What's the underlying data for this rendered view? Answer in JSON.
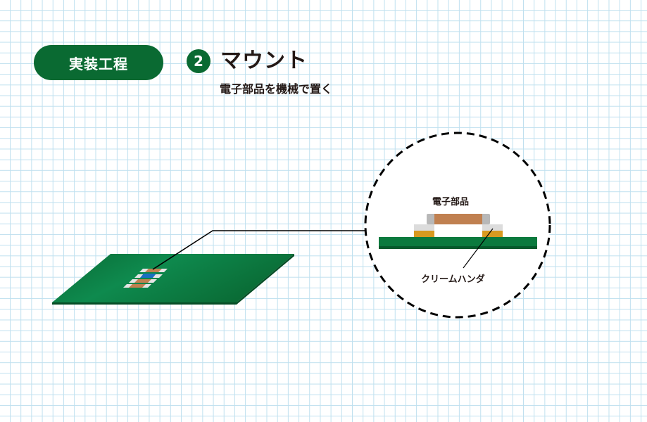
{
  "header": {
    "section_label": "実装工程",
    "step_number": "2",
    "step_title": "マウント",
    "step_subtitle": "電子部品を機械で置く"
  },
  "diagram": {
    "board_label": "",
    "zoom_labels": {
      "component": "電子部品",
      "solder": "クリームハンダ"
    },
    "colors": {
      "brand_green": "#0a6a32",
      "pcb_green": "#0b7a3e",
      "component_body": "#c08050",
      "component_cap": "#b8b8b8",
      "solder_paste": "#d89a20",
      "pad_silver": "#dcdcdc",
      "grid_line": "#bfe0ef",
      "accent_blue_component": "#1a6fc0"
    }
  }
}
